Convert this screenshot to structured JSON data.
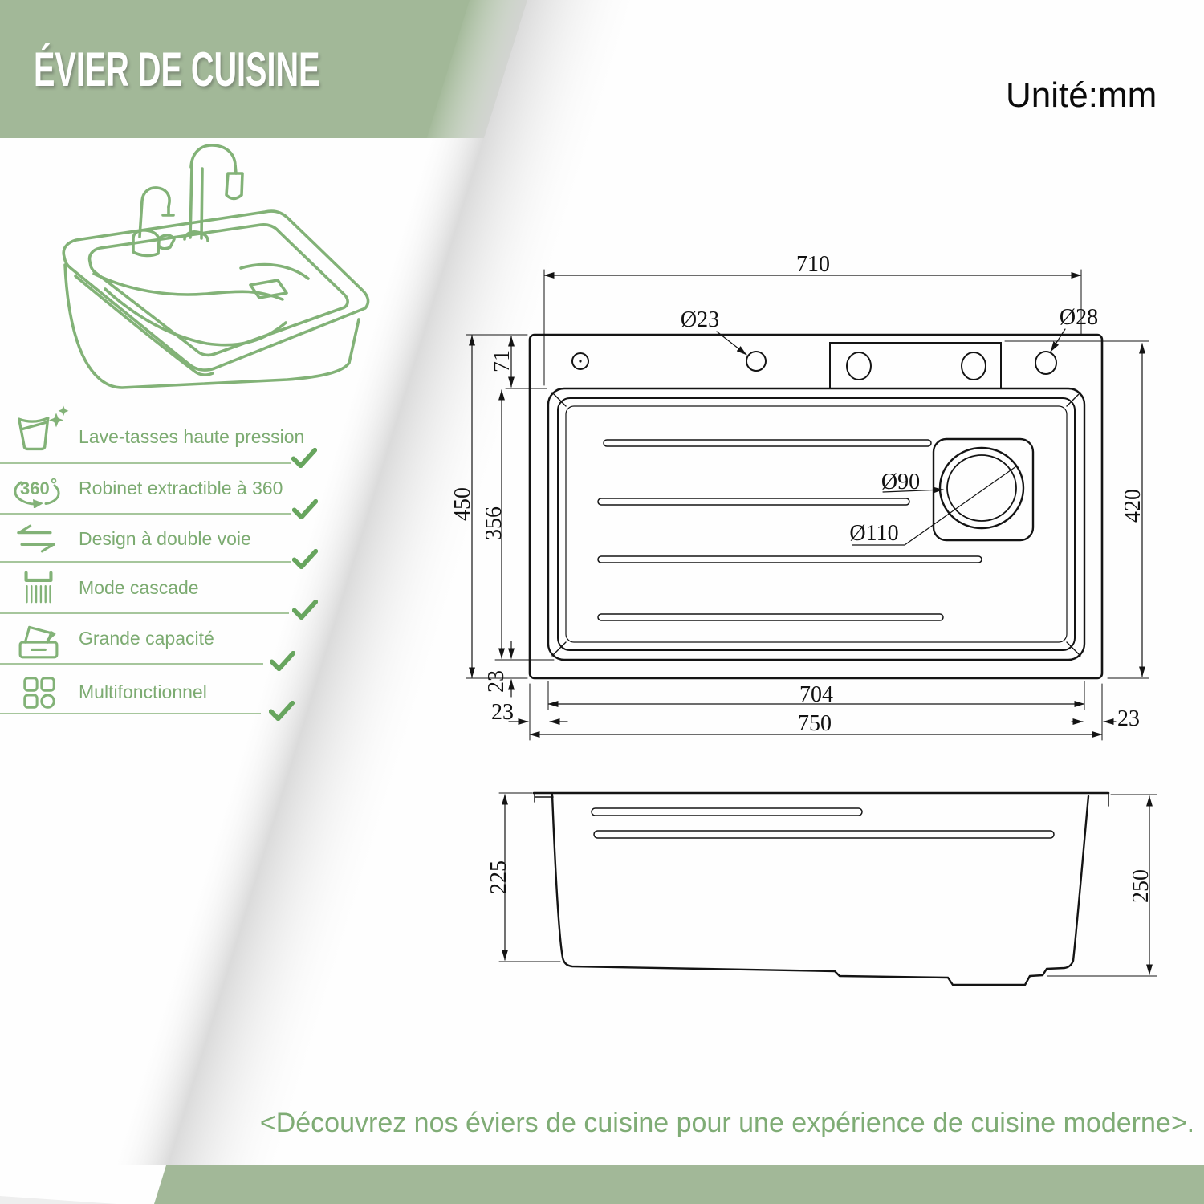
{
  "banner": {
    "title": "ÉVIER DE CUISINE"
  },
  "unit_label": "Unité:mm",
  "features": {
    "items": [
      {
        "icon": "cup-sparkle-icon",
        "label": "Lave-tasses haute pression"
      },
      {
        "icon": "rotate-360-icon",
        "label": "Robinet extractible à 360"
      },
      {
        "icon": "dual-way-icon",
        "label": "Design à double voie"
      },
      {
        "icon": "cascade-icon",
        "label": "Mode cascade"
      },
      {
        "icon": "capacity-icon",
        "label": "Grande capacité"
      },
      {
        "icon": "multifunction-icon",
        "label": "Multifonctionnel"
      }
    ]
  },
  "top_view": {
    "dims": {
      "width_top": "710",
      "hole_small": "Ø23",
      "hole_right": "Ø28",
      "deck_height": "71",
      "overall_depth": "450",
      "basin_depth": "356",
      "drain_inner": "Ø90",
      "drain_outer": "Ø110",
      "right_depth": "420",
      "rim_bottom": "23",
      "basin_width": "704",
      "rim_left": "23",
      "overall_width": "750",
      "rim_right": "23"
    }
  },
  "side_view": {
    "dims": {
      "front_height": "225",
      "back_height": "250"
    }
  },
  "footnote": "<Découvrez nos éviers de cuisine pour une expérience de cuisine moderne>.",
  "colors": {
    "banner_green": "#a2b898",
    "footer_green": "#a2b898",
    "feature_text_green": "#7cab71",
    "check_green": "#67a55e",
    "art_green": "#82b277",
    "drawing_black": "#141414"
  }
}
